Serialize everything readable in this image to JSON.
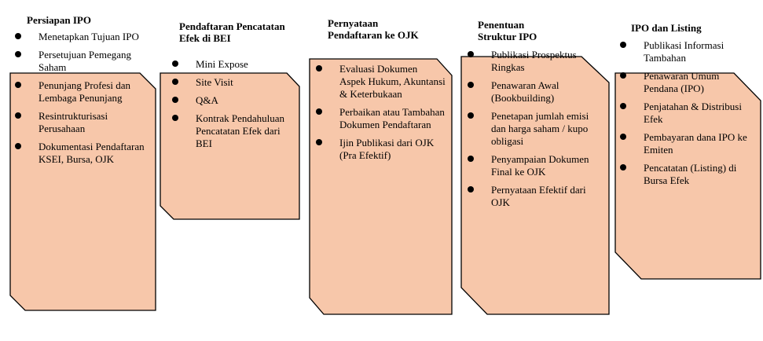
{
  "colors": {
    "card_fill": "#f7c7aa",
    "card_stroke": "#000000"
  },
  "stages": [
    {
      "title": "Persiapan IPO",
      "items": [
        "Menetapkan Tujuan IPO",
        "Persetujuan Pemegang Saham",
        "Penunjang Profesi dan Lembaga Penunjang",
        "Resintrukturisasi Perusahaan",
        "Dokumentasi Pendaftaran KSEI, Bursa, OJK"
      ]
    },
    {
      "title": "Pendaftaran Pencatatan Efek di BEI",
      "items": [
        "Mini Expose",
        "Site Visit",
        "Q&A",
        "Kontrak Pendahuluan Pencatatan Efek dari BEI"
      ]
    },
    {
      "title": "Pernyataan Pendaftaran ke OJK",
      "items": [
        "Evaluasi Dokumen Aspek Hukum, Akuntansi & Keterbukaan",
        "Perbaikan atau Tambahan Dokumen Pendaftaran",
        "Ijin Publikasi dari OJK (Pra Efektif)"
      ]
    },
    {
      "title": "Penentuan Struktur IPO",
      "items": [
        "Publikasi Prospektus Ringkas",
        "Penawaran Awal (Bookbuilding)",
        "Penetapan jumlah emisi dan harga saham / kupo obligasi",
        "Penyampaian Dokumen Final ke OJK",
        "Pernyataan Efektif dari OJK"
      ]
    },
    {
      "title": "IPO dan Listing",
      "items": [
        "Publikasi Informasi Tambahan",
        "Penawaran Umum Pendana (IPO)",
        "Penjatahan & Distribusi Efek",
        "Pembayaran dana IPO ke Emiten",
        "Pencatatan (Listing) di Bursa Efek"
      ]
    }
  ]
}
